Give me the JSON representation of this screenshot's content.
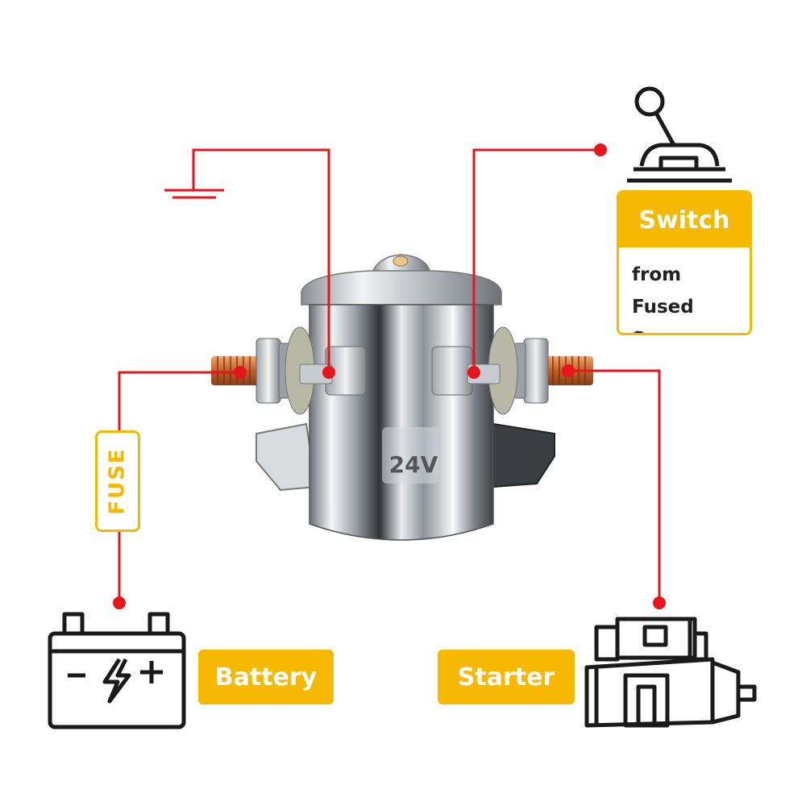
{
  "labels": {
    "switch_title": "Switch",
    "switch_desc_line1": "from Fused",
    "switch_desc_line2": "Source",
    "fuse": "FUSE",
    "battery": "Battery",
    "starter": "Starter",
    "voltage": "24V"
  },
  "colors": {
    "wire": "#e8141c",
    "accent": "#f6b800",
    "icon": "#1a1a1a"
  },
  "icons": [
    "ground-symbol-icon",
    "switch-lever-icon",
    "battery-icon",
    "starter-motor-icon",
    "solenoid-relay-image"
  ]
}
